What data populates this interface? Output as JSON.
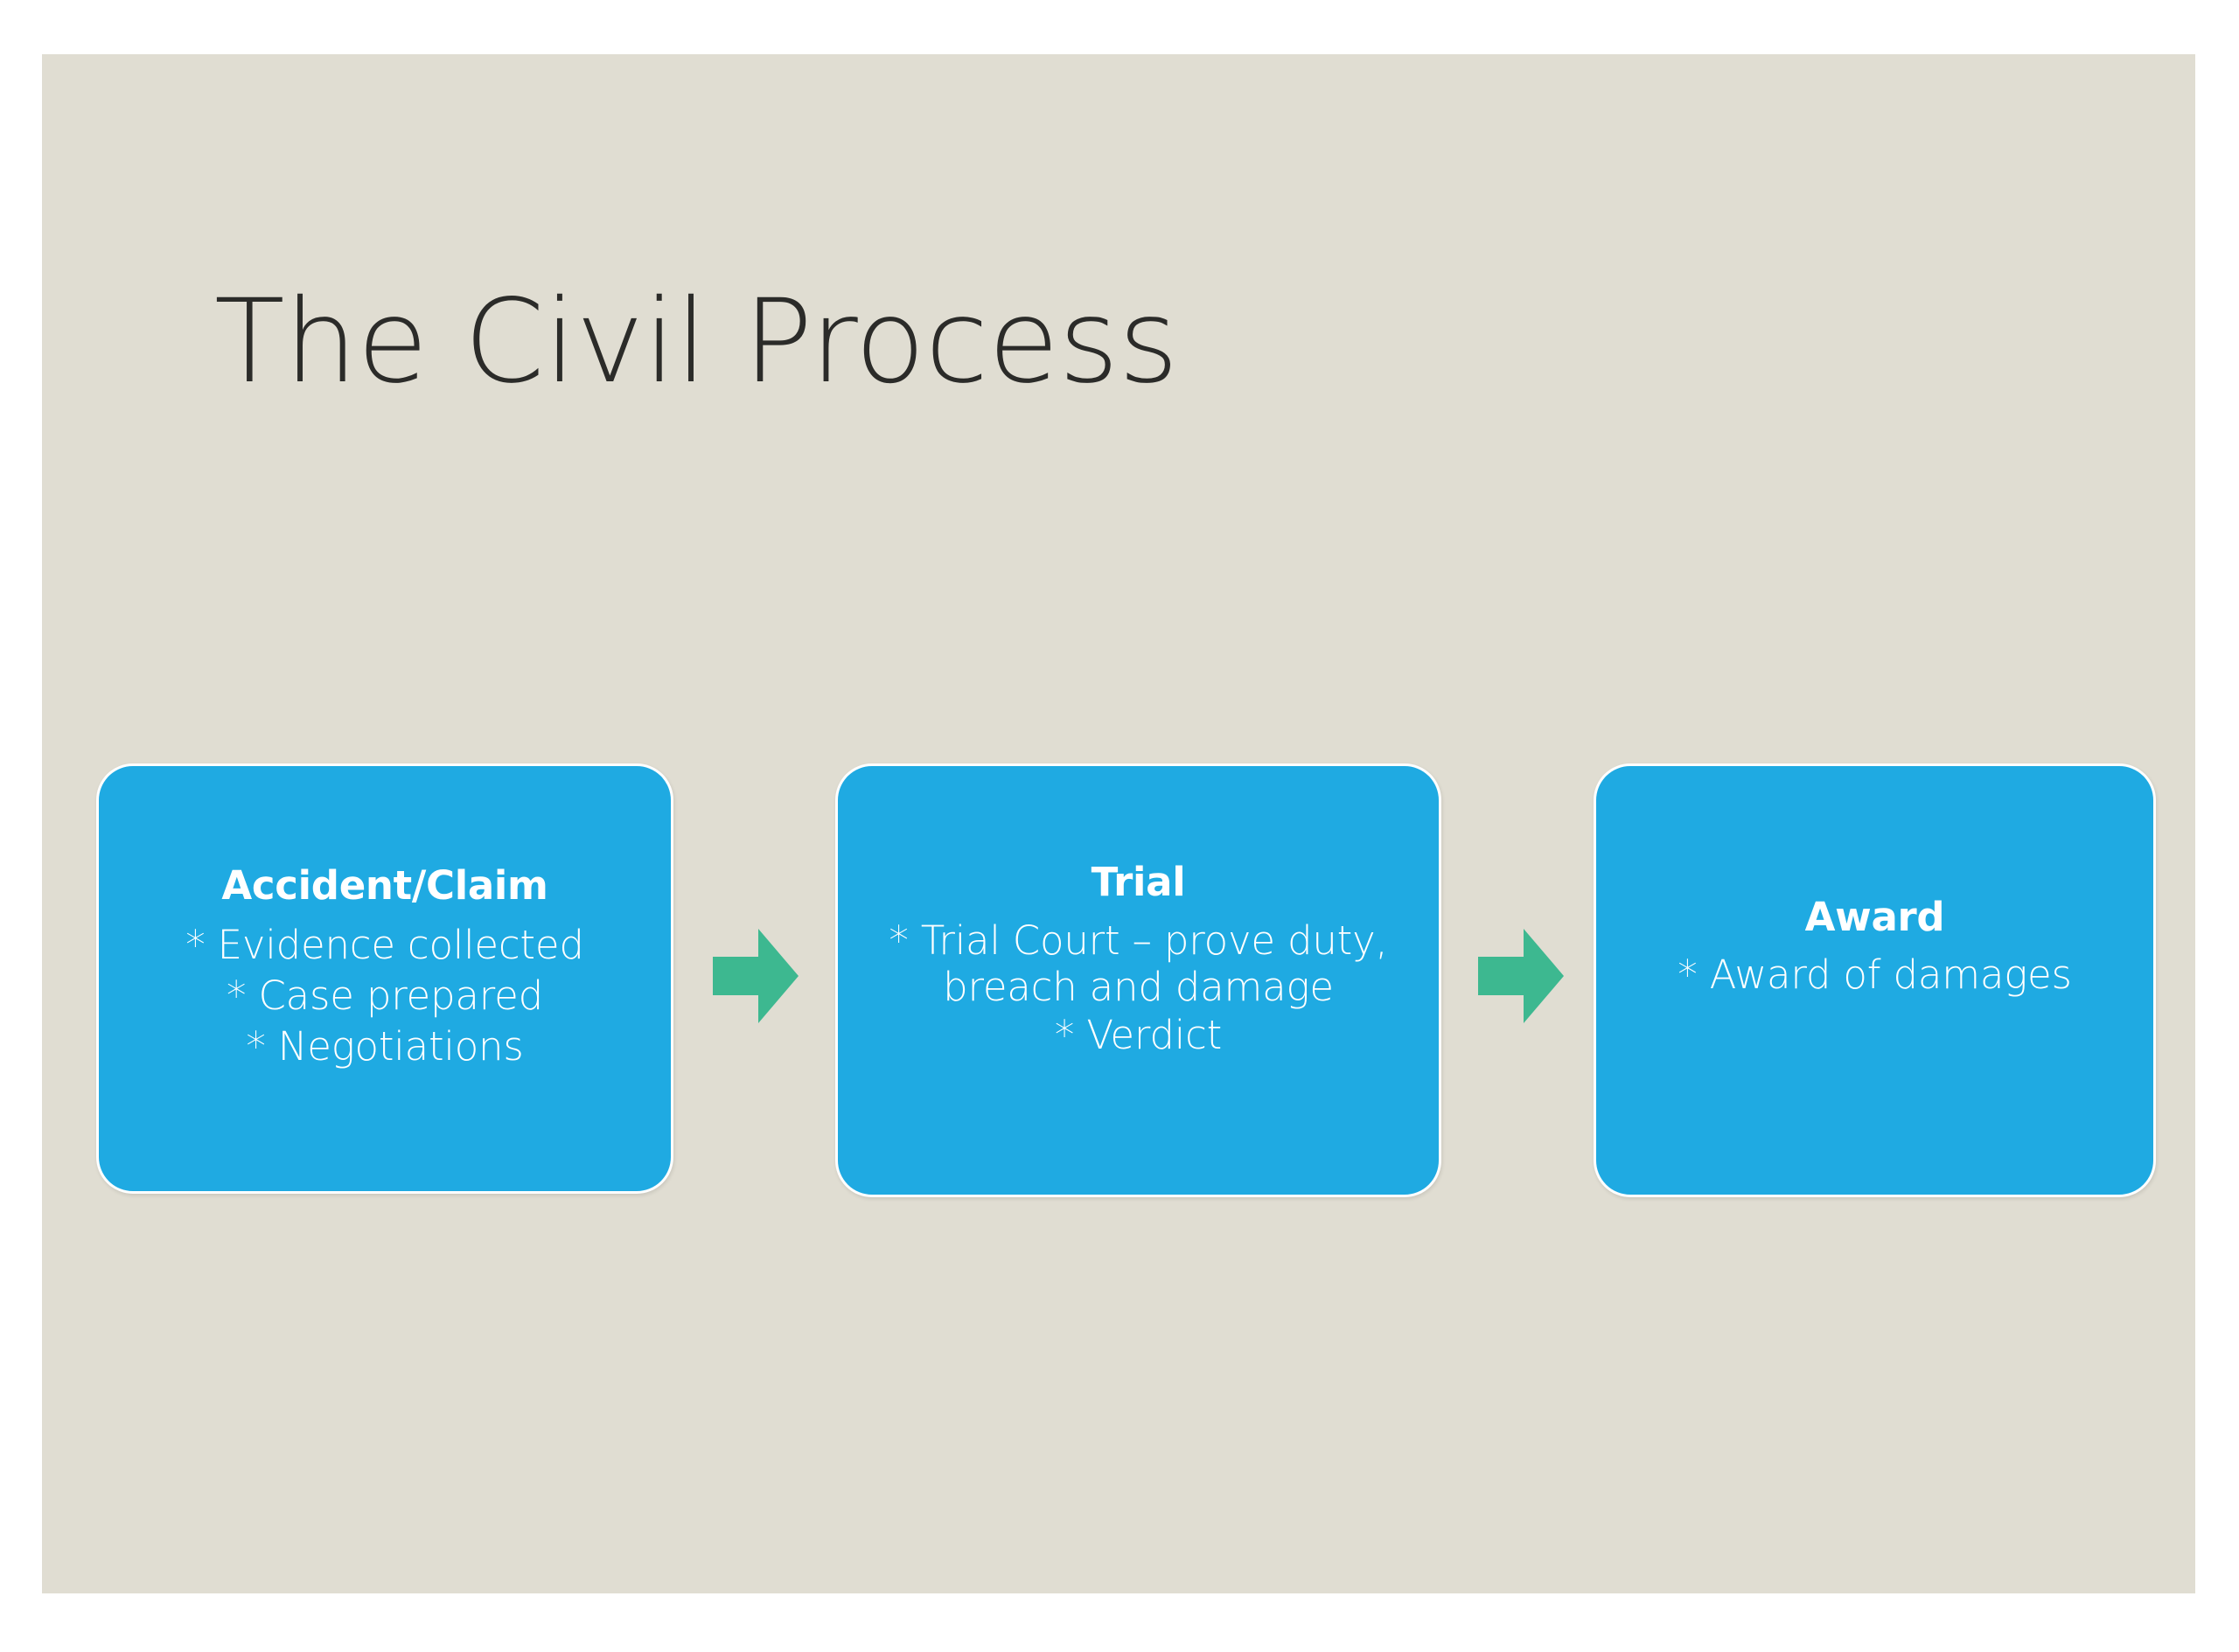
{
  "slide": {
    "title": "The Civil Process",
    "background_color": "#e0ddd2",
    "title_color": "#2b2b29",
    "box_color": "#1faae2",
    "box_text_color": "#ffffff",
    "arrow_color": "#3db890"
  },
  "diagram": {
    "type": "process-flow",
    "direction": "left-to-right",
    "steps": [
      {
        "heading": "Accident/Claim",
        "lines": [
          "* Evidence collected",
          "* Case prepared",
          "* Negotiations"
        ]
      },
      {
        "heading": "Trial",
        "lines": [
          "* Trial Court – prove duty, breach and damage",
          "* Verdict"
        ]
      },
      {
        "heading": "Award",
        "lines": [
          "* Award of damages"
        ]
      }
    ],
    "connectors": [
      {
        "icon": "arrow-right-icon",
        "from": "Accident/Claim",
        "to": "Trial"
      },
      {
        "icon": "arrow-right-icon",
        "from": "Trial",
        "to": "Award"
      }
    ]
  }
}
